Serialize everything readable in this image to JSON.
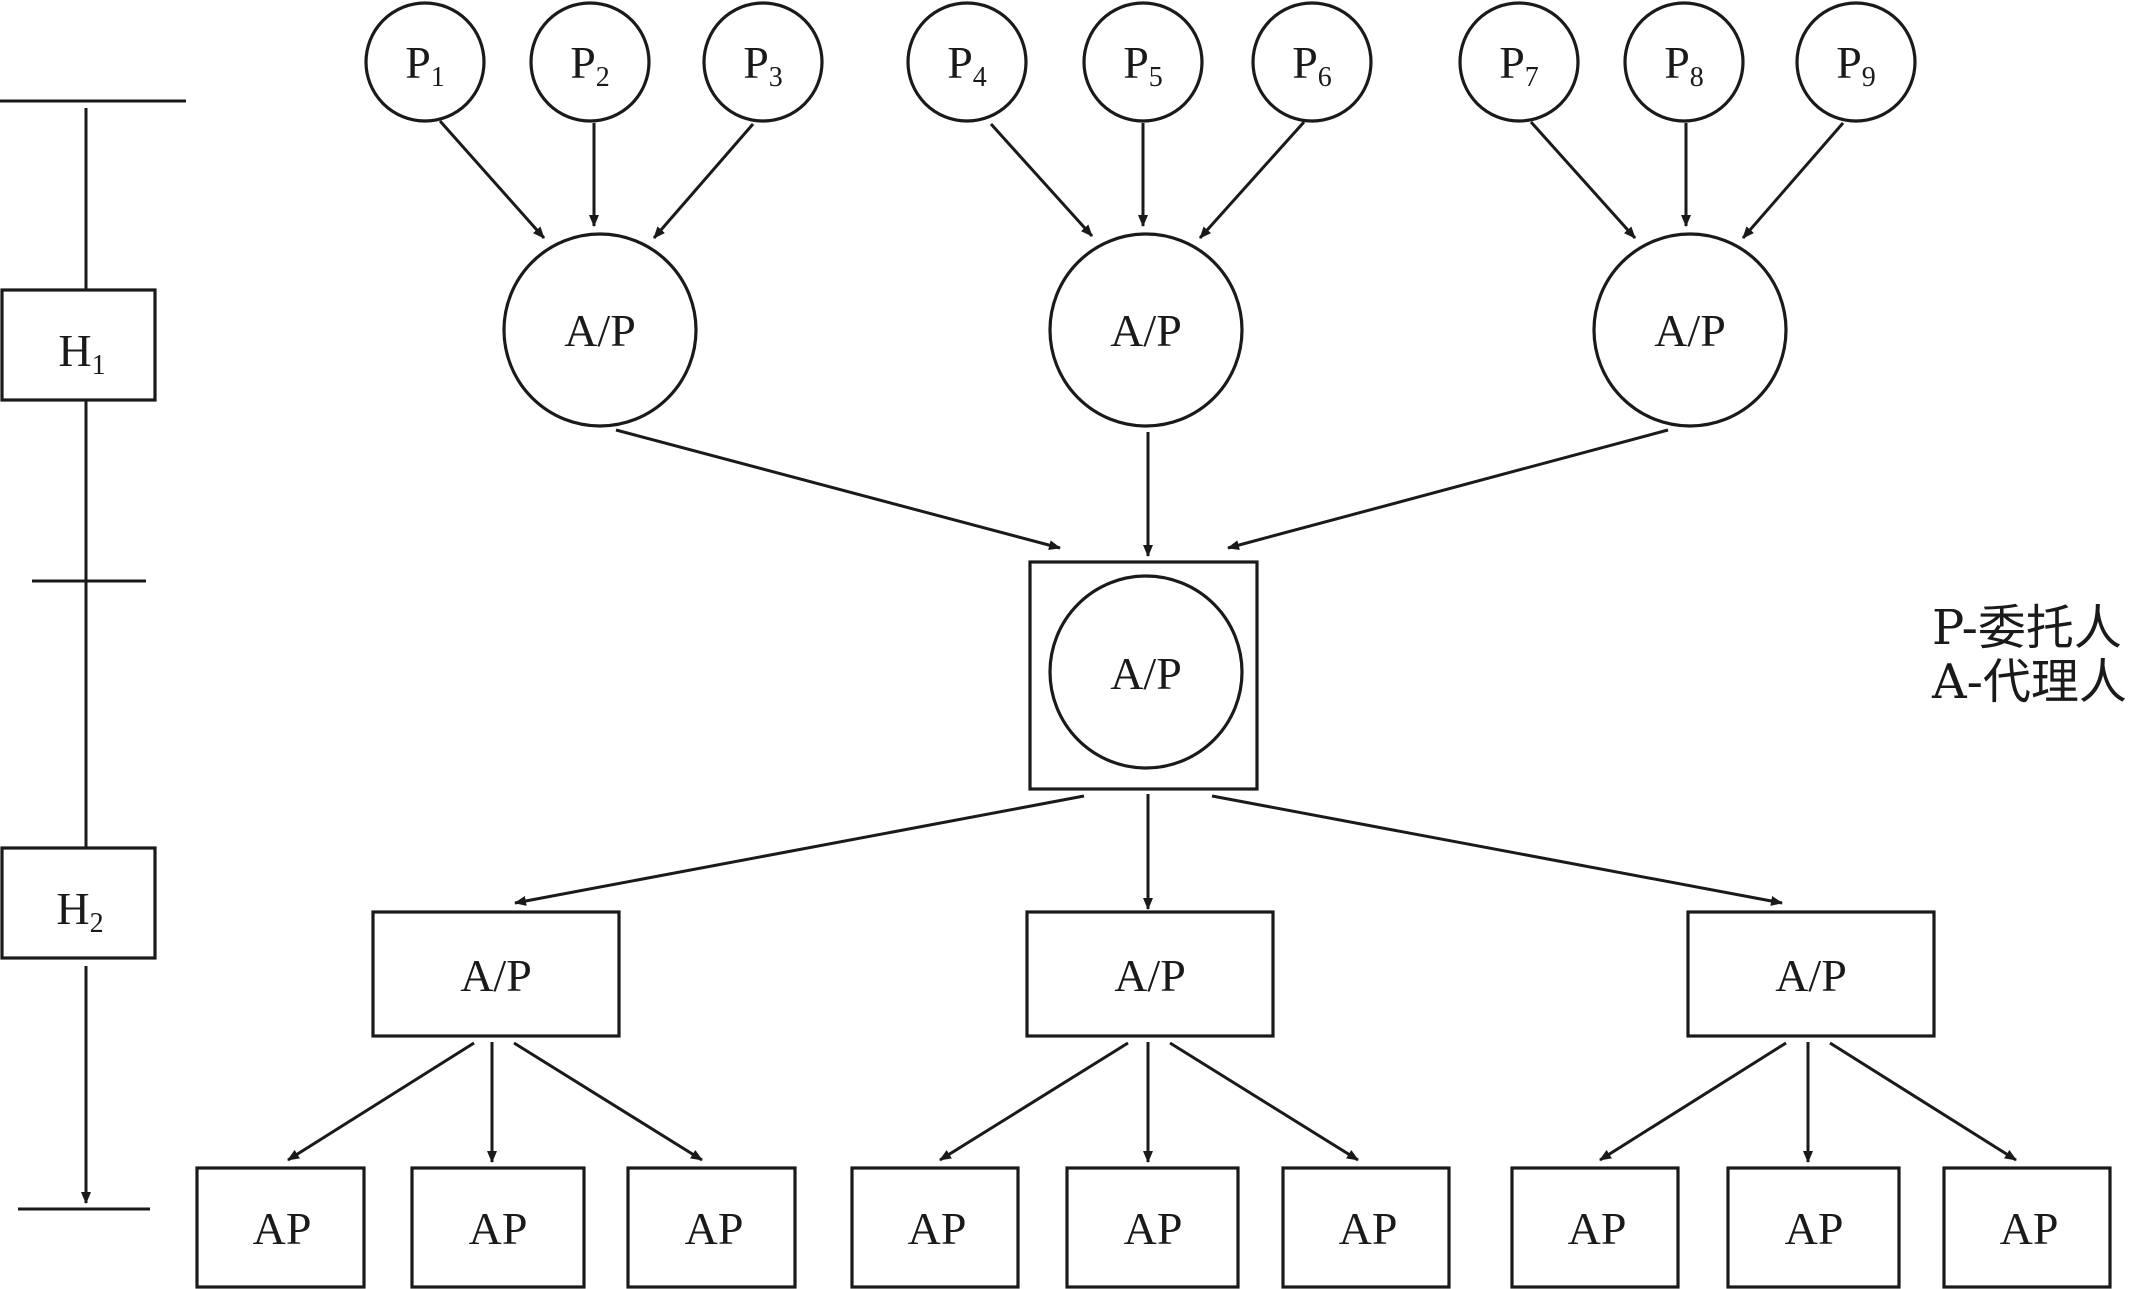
{
  "principals": [
    {
      "letter": "P",
      "sub": "1"
    },
    {
      "letter": "P",
      "sub": "2"
    },
    {
      "letter": "P",
      "sub": "3"
    },
    {
      "letter": "P",
      "sub": "4"
    },
    {
      "letter": "P",
      "sub": "5"
    },
    {
      "letter": "P",
      "sub": "6"
    },
    {
      "letter": "P",
      "sub": "7"
    },
    {
      "letter": "P",
      "sub": "8"
    },
    {
      "letter": "P",
      "sub": "9"
    }
  ],
  "middle_nodes": [
    "A/P",
    "A/P",
    "A/P"
  ],
  "central_node": "A/P",
  "lower_nodes": [
    "A/P",
    "A/P",
    "A/P"
  ],
  "leaf_label": "AP",
  "timeline": {
    "h1": {
      "letter": "H",
      "sub": "1"
    },
    "h2": {
      "letter": "H",
      "sub": "2"
    }
  },
  "legend": {
    "line1": "P-委托人",
    "line2": "A-代理人"
  }
}
